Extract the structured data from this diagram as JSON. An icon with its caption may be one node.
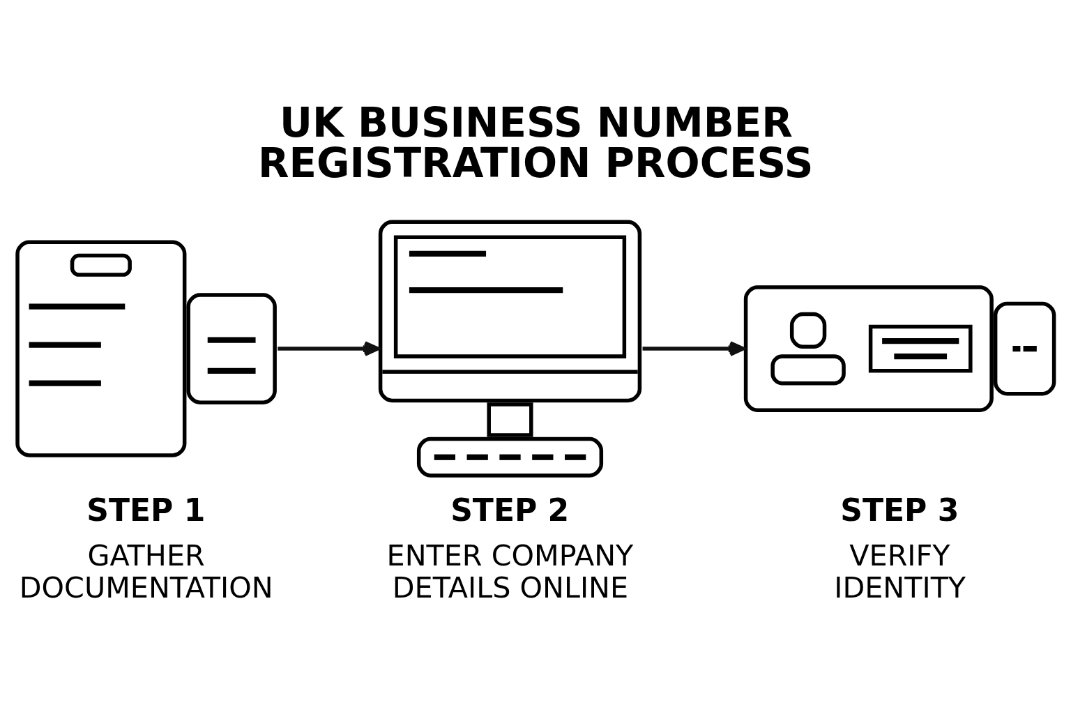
{
  "diagram": {
    "title": "UK BUSINESS NUMBER REGISTRATION PROCESS",
    "nodes": [
      {
        "text": [],
        "shape": "picture",
        "beside": [
          "STEP 1",
          "GATHER DOCUMENTATION"
        ]
      },
      {
        "text": [],
        "shape": "picture",
        "beside": [
          "STEP 2",
          "ENTER COMPANY DETAILS ONLINE"
        ]
      },
      {
        "text": [],
        "shape": "picture",
        "beside": [
          "STEP 3",
          "VERIFY IDENTITY"
        ]
      }
    ],
    "edges": [
      {
        "from": 0,
        "to": 1,
        "arrow": "to"
      },
      {
        "from": 1,
        "to": 2,
        "arrow": "to"
      }
    ]
  }
}
